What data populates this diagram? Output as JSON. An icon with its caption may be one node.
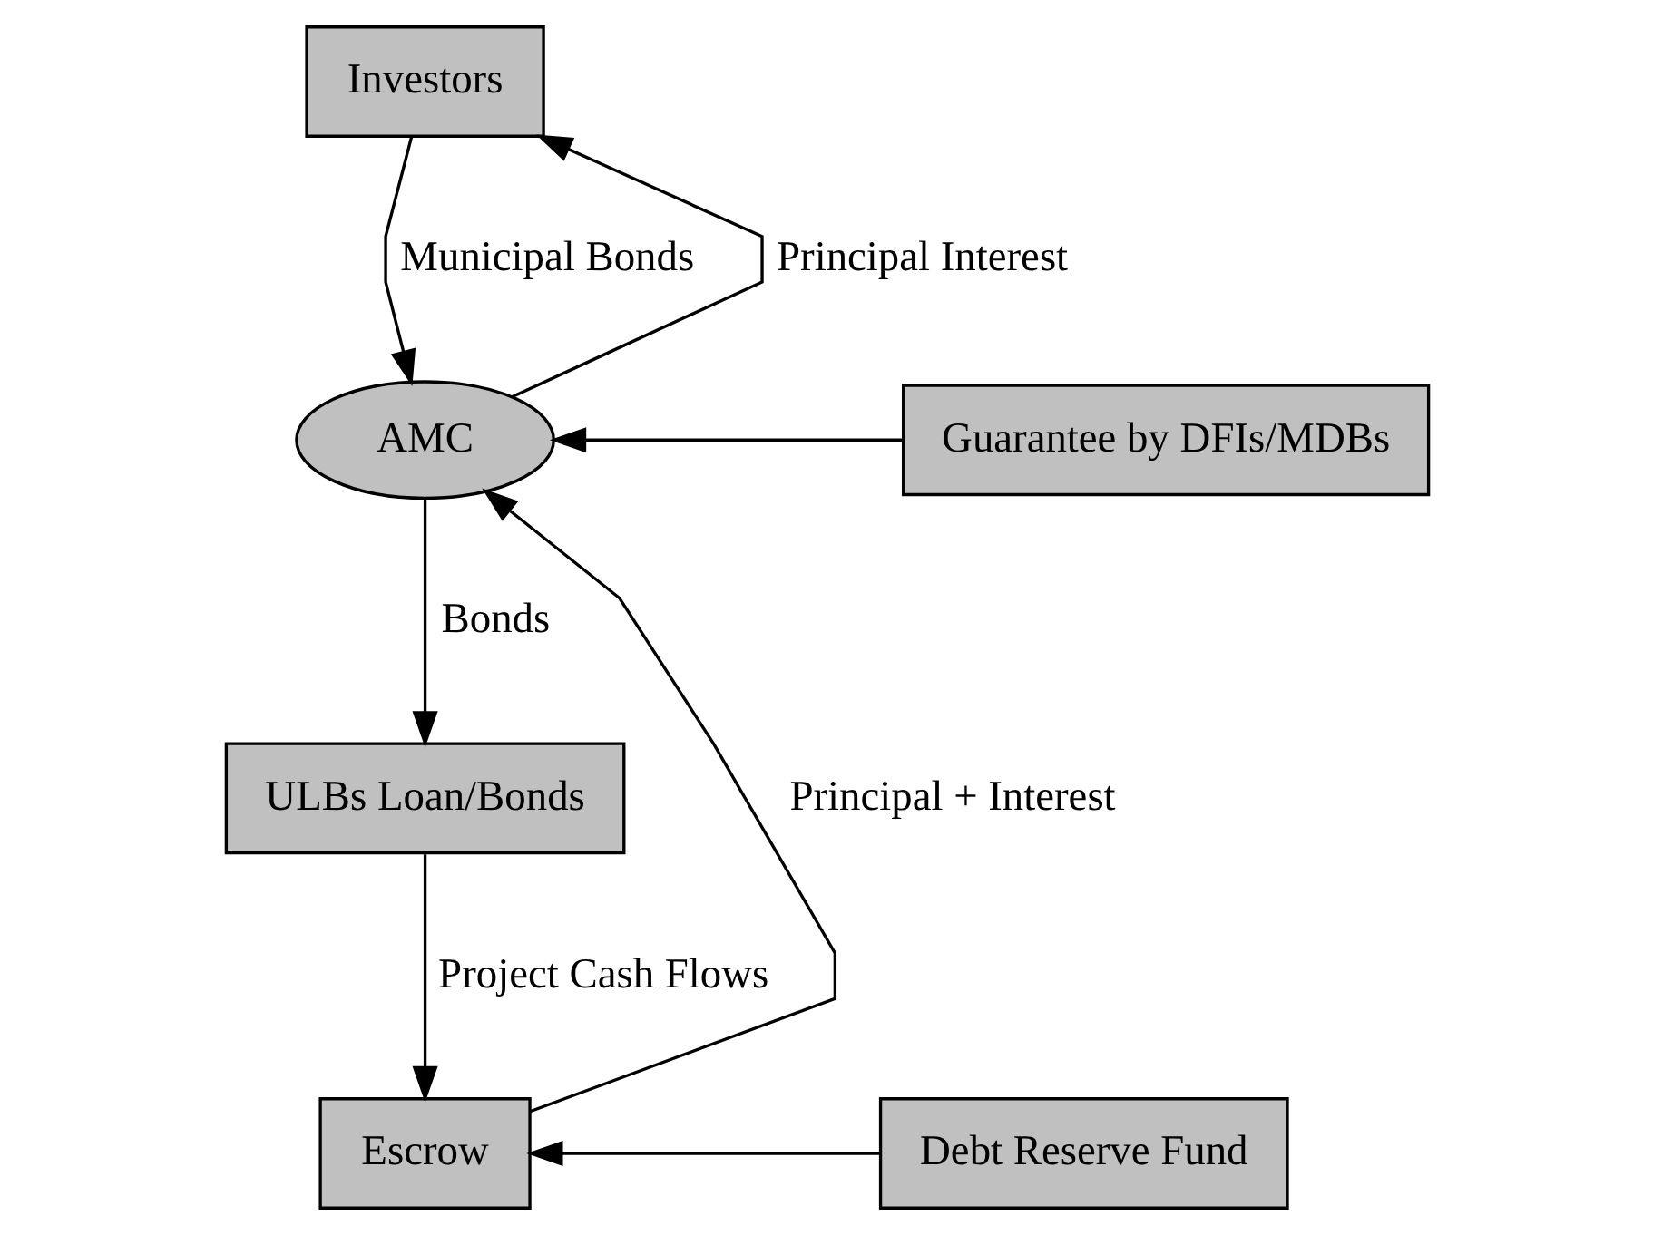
{
  "diagram": {
    "nodes": [
      {
        "text": [
          "Investors"
        ]
      },
      {
        "text": [
          "AMC"
        ]
      },
      {
        "text": [
          "Guarantee by DFIs/MDBs"
        ]
      },
      {
        "text": [
          "ULBs Loan/Bonds"
        ]
      },
      {
        "text": [
          "Escrow"
        ]
      },
      {
        "text": [
          "Debt Reserve Fund"
        ]
      }
    ],
    "edges": [
      {
        "from": 1,
        "to": 0,
        "arrow": "to",
        "label": "Principal Interest"
      },
      {
        "from": 0,
        "to": 1,
        "arrow": "to",
        "label": "Municipal Bonds"
      },
      {
        "from": 2,
        "to": 1,
        "arrow": "to"
      },
      {
        "from": 1,
        "to": 3,
        "arrow": "to",
        "label": "Bonds"
      },
      {
        "from": 3,
        "to": 4,
        "arrow": "to",
        "label": "Project Cash Flows"
      },
      {
        "from": 5,
        "to": 4,
        "arrow": "to"
      },
      {
        "from": 4,
        "to": 1,
        "arrow": "to",
        "label": "Principal + Interest"
      }
    ]
  }
}
